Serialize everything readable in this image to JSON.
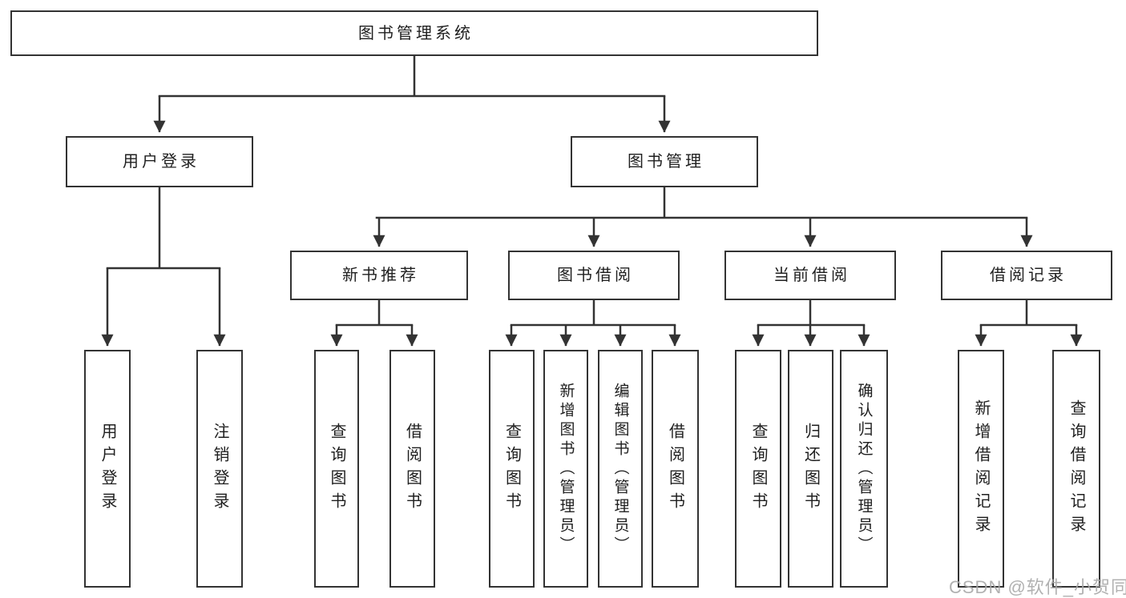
{
  "colors": {
    "line": "#333333",
    "text": "#1f1f1f",
    "watermark": "#a8a8a8",
    "background": "#ffffff"
  },
  "watermark": "CSDN @软件_小贺同学",
  "tree": {
    "root": {
      "label": "图书管理系统"
    },
    "children": [
      {
        "label": "用户登录",
        "children": [
          {
            "label": "用户登录"
          },
          {
            "label": "注销登录"
          }
        ]
      },
      {
        "label": "图书管理",
        "children": [
          {
            "label": "新书推荐",
            "children": [
              {
                "label": "查询图书"
              },
              {
                "label": "借阅图书"
              }
            ]
          },
          {
            "label": "图书借阅",
            "children": [
              {
                "label": "查询图书"
              },
              {
                "label": "新增图书（管理员）"
              },
              {
                "label": "编辑图书（管理员）"
              },
              {
                "label": "借阅图书"
              }
            ]
          },
          {
            "label": "当前借阅",
            "children": [
              {
                "label": "查询图书"
              },
              {
                "label": "归还图书"
              },
              {
                "label": "确认归还（管理员）"
              }
            ]
          },
          {
            "label": "借阅记录",
            "children": [
              {
                "label": "新增借阅记录"
              },
              {
                "label": "查询借阅记录"
              }
            ]
          }
        ]
      }
    ]
  }
}
